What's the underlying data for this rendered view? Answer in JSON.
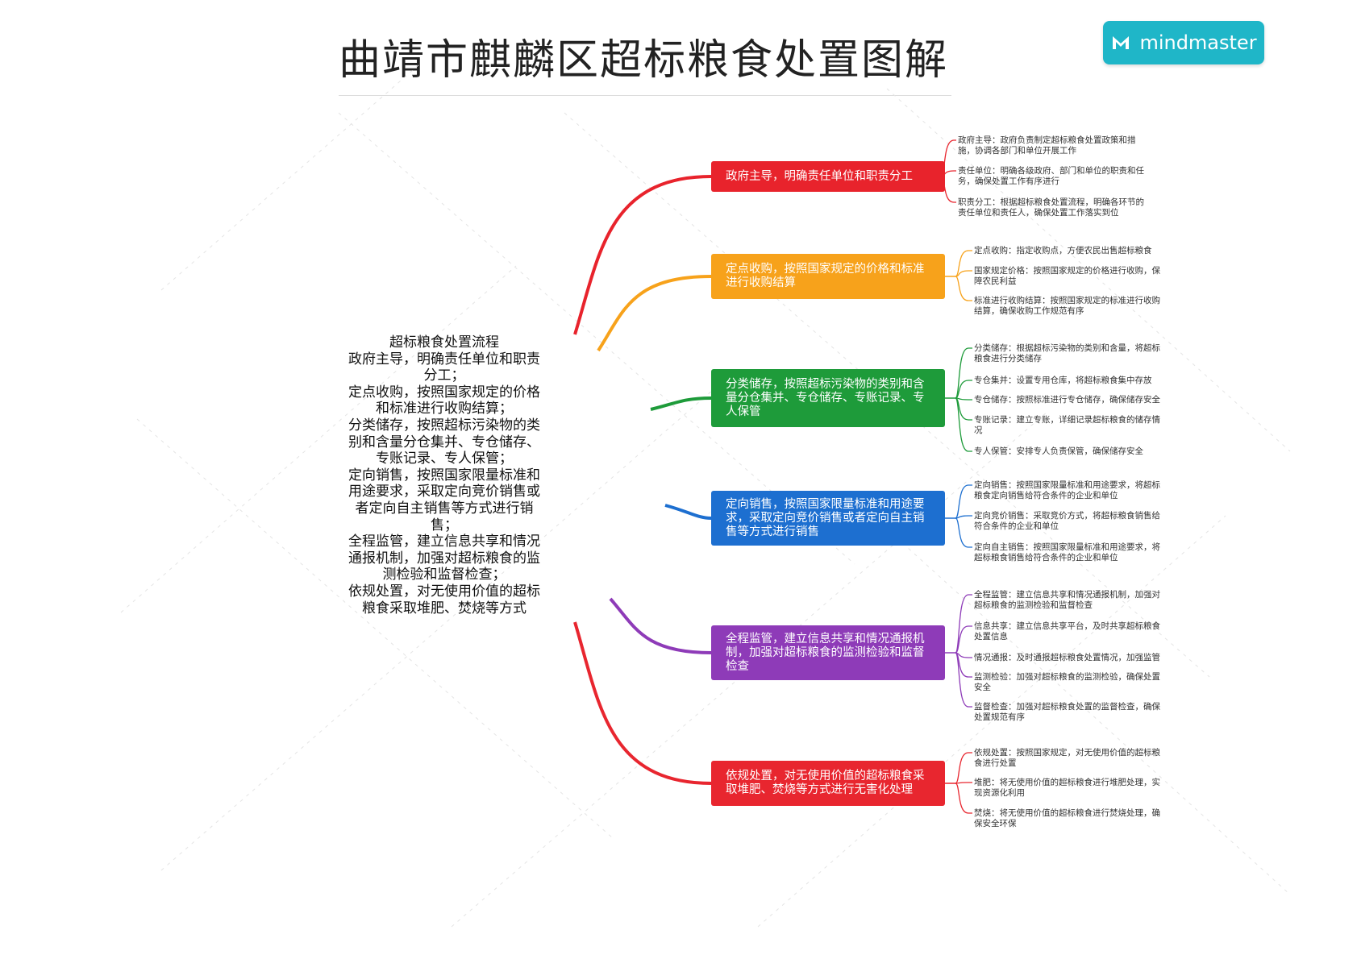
{
  "title": "曲靖市麒麟区超标粮食处置图解",
  "logo": {
    "text": "mindmaster",
    "icon": "mindmaster-logo-icon",
    "color": "#1fb6c8"
  },
  "root": {
    "lines": [
      "超标粮食处置流程",
      "政府主导，明确责任单位和职责",
      "分工；",
      "定点收购，按照国家规定的价格",
      "和标准进行收购结算；",
      "分类储存，按照超标污染物的类",
      "别和含量分仓集并、专仓储存、",
      "专账记录、专人保管；",
      "定向销售，按照国家限量标准和",
      "用途要求，采取定向竞价销售或",
      "者定向自主销售等方式进行销",
      "售；",
      "全程监管，建立信息共享和情况",
      "通报机制，加强对超标粮食的监",
      "测检验和监督检查；",
      "依规处置，对无使用价值的超标",
      "粮食采取堆肥、焚烧等方式"
    ]
  },
  "branches": [
    {
      "label": "政府主导，明确责任单位和职责分工",
      "color": "#e8232c",
      "items": [
        [
          "政府主导：政府负责制定超标粮食处置政策和措",
          "施，协调各部门和单位开展工作"
        ],
        [
          "责任单位：明确各级政府、部门和单位的职责和任",
          "务，确保处置工作有序进行"
        ],
        [
          "职责分工：根据超标粮食处置流程，明确各环节的",
          "责任单位和责任人，确保处置工作落实到位"
        ]
      ]
    },
    {
      "label": "定点收购，按照国家规定的价格和标准进行收购结算",
      "color": "#f7a21b",
      "items": [
        [
          "定点收购：指定收购点，方便农民出售超标粮食"
        ],
        [
          "国家规定价格：按照国家规定的价格进行收购，保",
          "障农民利益"
        ],
        [
          "标准进行收购结算：按照国家规定的标准进行收购",
          "结算，确保收购工作规范有序"
        ]
      ]
    },
    {
      "label": "分类储存，按照超标污染物的类别和含量分仓集并、专仓储存、专账记录、专人保管",
      "color": "#1e9b3a",
      "items": [
        [
          "分类储存：根据超标污染物的类别和含量，将超标",
          "粮食进行分类储存"
        ],
        [
          "专仓集并：设置专用仓库，将超标粮食集中存放"
        ],
        [
          "专仓储存：按照标准进行专仓储存，确保储存安全"
        ],
        [
          "专账记录：建立专账，详细记录超标粮食的储存情",
          "况"
        ],
        [
          "专人保管：安排专人负责保管，确保储存安全"
        ]
      ]
    },
    {
      "label": "定向销售，按照国家限量标准和用途要求，采取定向竞价销售或者定向自主销售等方式进行销售",
      "color": "#1d6fd0",
      "items": [
        [
          "定向销售：按照国家限量标准和用途要求，将超标",
          "粮食定向销售给符合条件的企业和单位"
        ],
        [
          "定向竞价销售：采取竞价方式，将超标粮食销售给",
          "符合条件的企业和单位"
        ],
        [
          "定向自主销售：按照国家限量标准和用途要求，将",
          "超标粮食销售给符合条件的企业和单位"
        ]
      ]
    },
    {
      "label": "全程监管，建立信息共享和情况通报机制，加强对超标粮食的监测检验和监督检查",
      "color": "#8e3bb8",
      "items": [
        [
          "全程监管：建立信息共享和情况通报机制，加强对",
          "超标粮食的监测检验和监督检查"
        ],
        [
          "信息共享：建立信息共享平台，及时共享超标粮食",
          "处置信息"
        ],
        [
          "情况通报：及时通报超标粮食处置情况，加强监管"
        ],
        [
          "监测检验：加强对超标粮食的监测检验，确保处置",
          "安全"
        ],
        [
          "监督检查：加强对超标粮食处置的监督检查，确保",
          "处置规范有序"
        ]
      ]
    },
    {
      "label": "依规处置，对无使用价值的超标粮食采取堆肥、焚烧等方式进行无害化处理",
      "color": "#e8262f",
      "items": [
        [
          "依规处置：按照国家规定，对无使用价值的超标粮",
          "食进行处置"
        ],
        [
          "堆肥：将无使用价值的超标粮食进行堆肥处理，实",
          "现资源化利用"
        ],
        [
          "焚烧：将无使用价值的超标粮食进行焚烧处理，确",
          "保安全环保"
        ]
      ]
    }
  ]
}
